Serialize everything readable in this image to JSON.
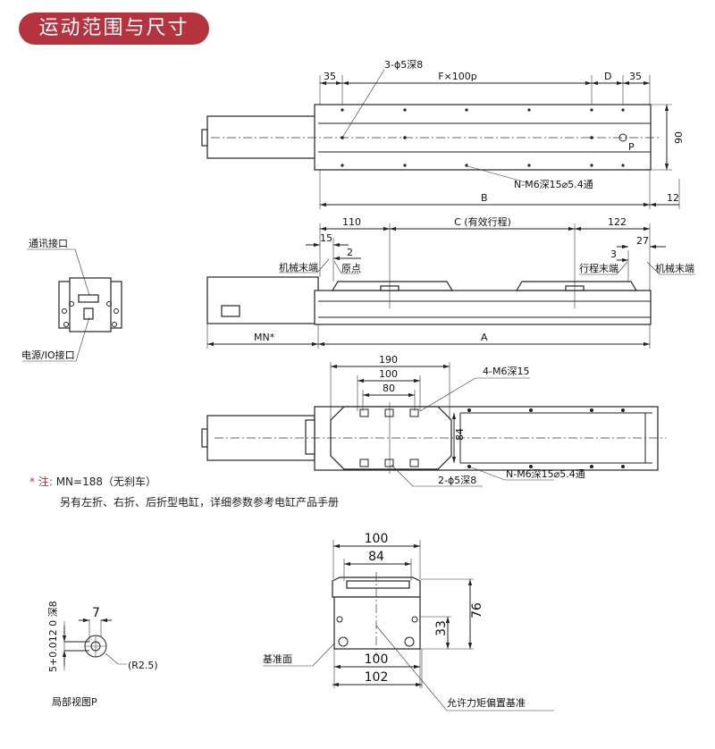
{
  "header": {
    "title": "运动范围与尺寸"
  },
  "top_view": {
    "dim_35_left": "35",
    "dim_f": "F×100p",
    "dim_d": "D",
    "dim_35_right": "35",
    "holes_label": "3-ϕ5深8",
    "dim_90": "90",
    "mark_p": "P",
    "dim_b": "B",
    "dim_12": "12",
    "tap_label": "N-M6深15⌀5.4通"
  },
  "side_view": {
    "dim_110": "110",
    "dim_c": "C (有效行程)",
    "dim_122": "122",
    "dim_15": "15",
    "dim_2": "2",
    "dim_3": "3",
    "dim_27": "27",
    "mech_end_left": "机械末端",
    "origin": "原点",
    "stroke_end": "行程末端",
    "mech_end_right": "机械末端",
    "dim_mn": "MN*",
    "dim_a": "A"
  },
  "end_connector": {
    "comm_port": "通讯接口",
    "power_io_port": "电源/IO接口"
  },
  "bottom_view": {
    "dim_190": "190",
    "dim_100": "100",
    "dim_80": "80",
    "dim_84": "84",
    "m6_label": "4-M6深15",
    "pin_label": "2-ϕ5深8",
    "tap_label": "N-M6深15⌀5.4通"
  },
  "note": {
    "prefix": "* 注:",
    "line1": "MN=188（无刹车）",
    "line2": "另有左折、右折、后折型电缸，详细参数参考电缸产品手册"
  },
  "section_view": {
    "dim_100_top": "100",
    "dim_84": "84",
    "dim_76": "76",
    "dim_33": "33",
    "dim_100_bottom": "100",
    "dim_102": "102",
    "datum_face": "基准面",
    "moment_datum": "允许力矩偏置基准"
  },
  "detail_p": {
    "dim_7": "7",
    "tolerance": "5+0.012 0 深8",
    "radius": "(R2.5)",
    "caption": "局部视图P"
  }
}
